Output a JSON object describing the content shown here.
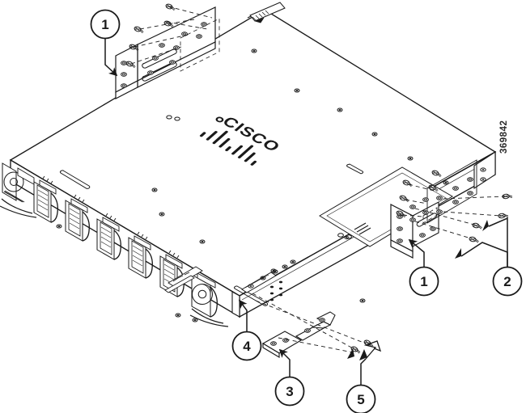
{
  "figure": {
    "type": "isometric-exploded-line-drawing",
    "subject": "Cisco rack-mount switch chassis with rack-mount bracket installation",
    "background_color": "#ffffff",
    "line_color": "#1a1a1a",
    "drawing_number": "369842",
    "brand_logo_text": "CISCO"
  },
  "callouts": [
    {
      "id": "1",
      "number": "1",
      "name": "rack-mount-bracket-front",
      "points_to": "left front rack-mount bracket"
    },
    {
      "id": "1b",
      "number": "1",
      "name": "rack-mount-bracket-rear",
      "points_to": "right rear rack-mount bracket"
    },
    {
      "id": "2",
      "number": "2",
      "name": "bracket-mounting-screws",
      "points_to": "four bracket mounting screws"
    },
    {
      "id": "3",
      "number": "3",
      "name": "ground-lug",
      "points_to": "two-hole ground lug"
    },
    {
      "id": "4",
      "number": "4",
      "name": "ground-stud-location",
      "points_to": "chassis ground pad on front panel side"
    },
    {
      "id": "5",
      "number": "5",
      "name": "ground-lug-screws",
      "points_to": "ground lug screws"
    }
  ],
  "chassis": {
    "label_panel": "CISCO",
    "fan_module_count": 7,
    "has_top_access_panel": true,
    "has_top_vent_slots": true
  }
}
